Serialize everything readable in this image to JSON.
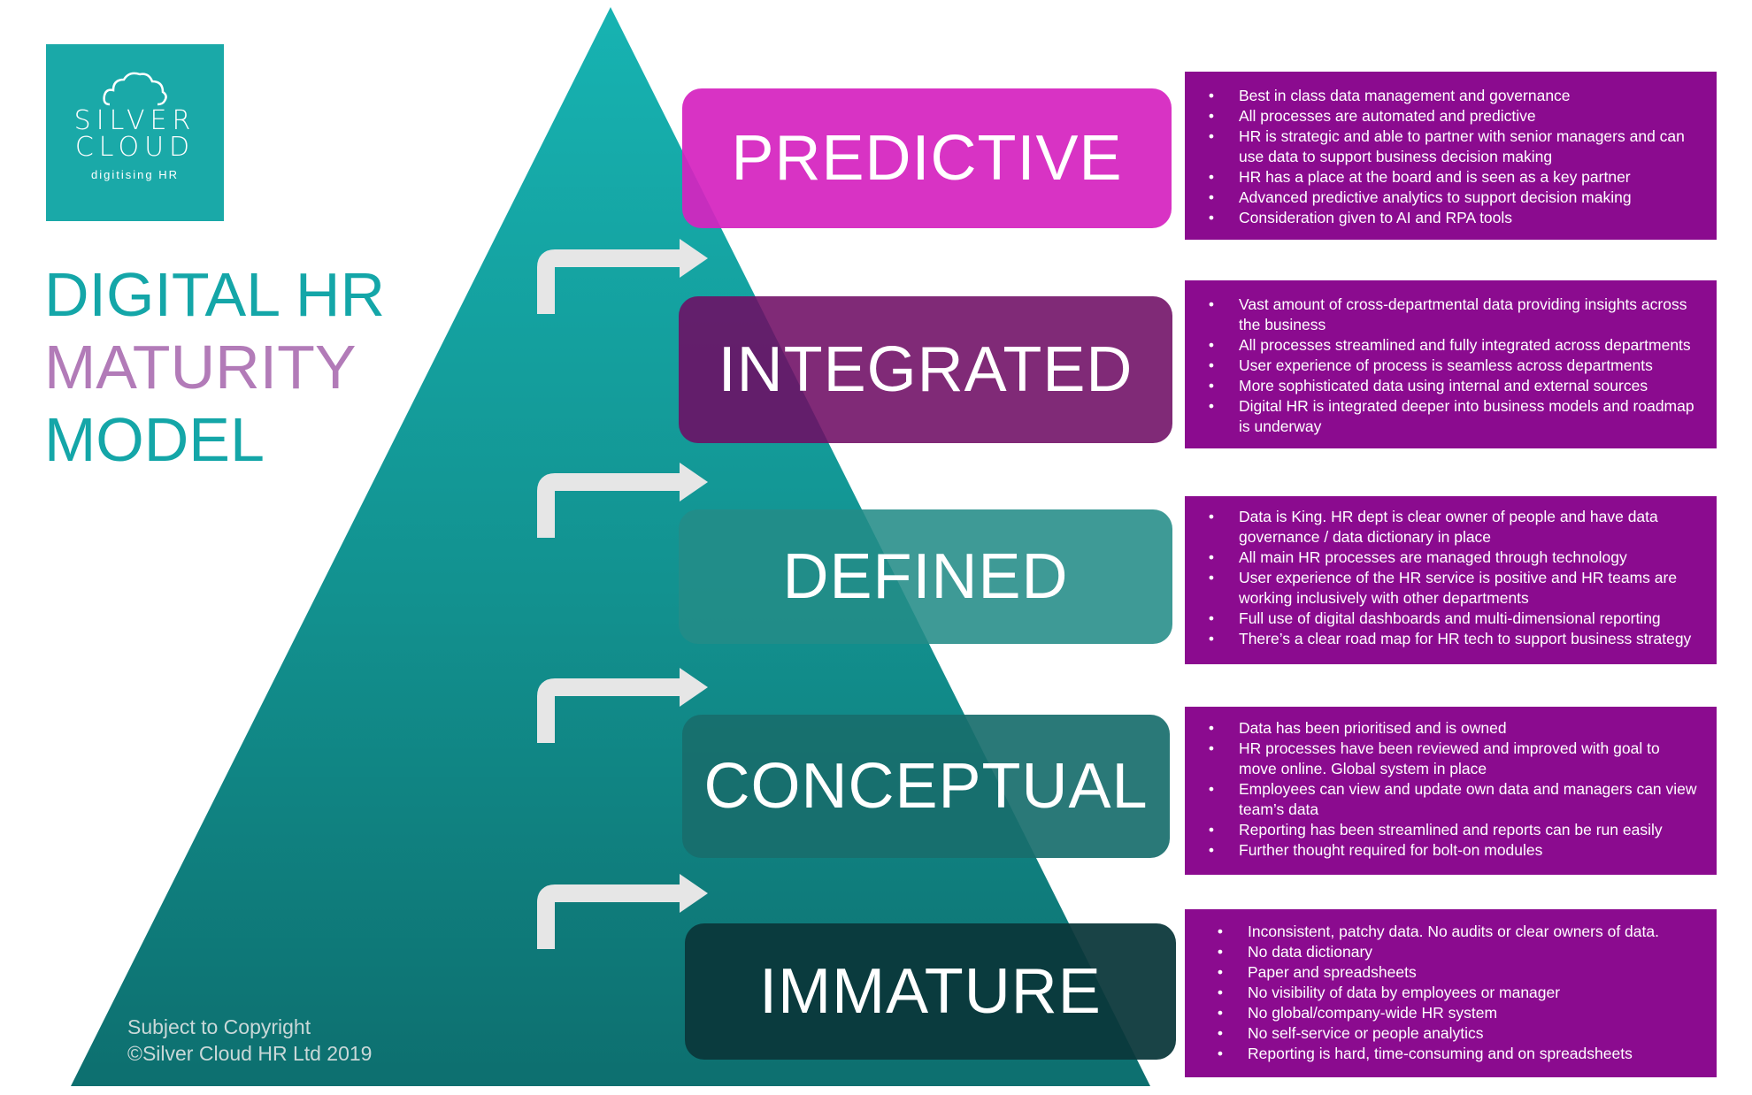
{
  "logo": {
    "line1": "SILVER",
    "line2": "CLOUD",
    "tagline": "digitising HR"
  },
  "title": {
    "line1": "DIGITAL HR",
    "line2": "MATURITY",
    "line3": "MODEL"
  },
  "colors": {
    "teal": "#14a6a8",
    "purple_text": "#b27bb8",
    "panel_purple": "#8b0b8f",
    "predictive": "#d524c0",
    "integrated": "#7b1270",
    "defined": "#1d8a86",
    "conceptual": "#186e6c",
    "immature": "#0d3a3d"
  },
  "levels": [
    {
      "label": "PREDICTIVE",
      "bullets": [
        "Best in class data management and governance",
        "All processes are automated and predictive",
        "HR is strategic and able to partner with senior managers and can use data to support business decision making",
        "HR has a place at the board and is seen as a key partner",
        "Advanced predictive analytics to support decision making",
        "Consideration given to AI and RPA tools"
      ]
    },
    {
      "label": "INTEGRATED",
      "bullets": [
        "Vast amount of cross-departmental data providing insights across the business",
        "All processes streamlined and fully integrated across departments",
        "User experience of process is seamless across departments",
        "More sophisticated data using internal and external sources",
        "Digital HR is integrated deeper into business models and roadmap is underway"
      ]
    },
    {
      "label": "DEFINED",
      "bullets": [
        "Data is King. HR dept is clear owner of people and have data governance / data dictionary in place",
        "All main HR processes are managed through technology",
        "User experience of the HR service is positive and HR teams are working inclusively with other departments",
        "Full use of digital dashboards and multi-dimensional reporting",
        "There’s a clear road map for HR tech to support business strategy"
      ]
    },
    {
      "label": "CONCEPTUAL",
      "bullets": [
        "Data has been prioritised and is owned",
        "HR processes have been reviewed and improved with goal to move online. Global system in place",
        "Employees can view and update own data and managers can view team’s data",
        "Reporting has been streamlined and reports can be run easily",
        "Further thought required for bolt-on modules"
      ]
    },
    {
      "label": "IMMATURE",
      "bullets": [
        "Inconsistent, patchy data. No audits or clear owners of data.",
        "No data dictionary",
        "Paper and spreadsheets",
        "No visibility of data by employees or manager",
        "No global/company-wide HR system",
        "No self-service or people analytics",
        "Reporting is hard, time-consuming and on spreadsheets"
      ]
    }
  ],
  "copyright": {
    "line1": "Subject to Copyright",
    "line2": "©Silver Cloud HR Ltd 2019"
  },
  "bullet_symbol": "•"
}
